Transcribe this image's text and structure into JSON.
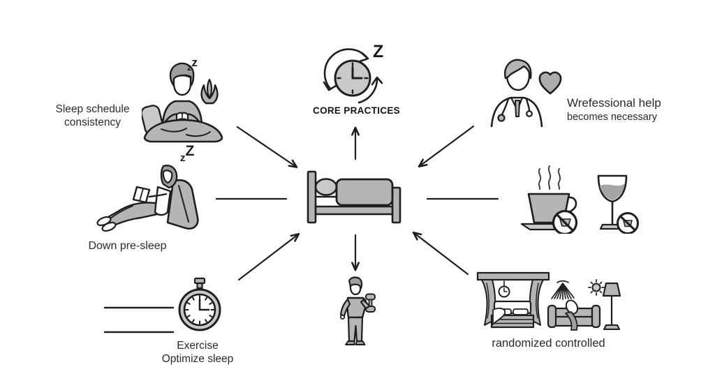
{
  "core": {
    "label": "CORE PRACTICES",
    "z": "Z"
  },
  "nodes": {
    "sleep_schedule": {
      "line1": "Sleep schedule",
      "line2": "consistency",
      "z1": "z",
      "z2": "z"
    },
    "wind_down": {
      "label": "Down pre-sleep",
      "z1": "z",
      "z2": "Z"
    },
    "exercise_timing": {
      "line1": "Exercise",
      "line2": "Optimize sleep"
    },
    "professional_help": {
      "line1": "Wrefessional help",
      "line2": "becomes necessary"
    },
    "environment": {
      "label": "randomized controlled"
    }
  },
  "icons": {
    "center": "bed-with-sleeping-person-icon",
    "top": "clock-cycle-icon",
    "top_left": "person-sitting-in-bed-icon",
    "mid_left": "person-reclining-reading-icon",
    "bottom_left": "stopwatch-icon",
    "top_right": "doctor-with-heart-icon",
    "mid_right": "no-coffee-no-alcohol-icon",
    "bottom_right": "bedroom-environment-icon",
    "bottom": "person-with-dumbbell-icon"
  },
  "colors": {
    "outline": "#1e1e1e",
    "fill_gray": "#b5b5b5",
    "fill_light": "#c9c9c9",
    "text": "#2a2a2a",
    "background": "#ffffff"
  }
}
